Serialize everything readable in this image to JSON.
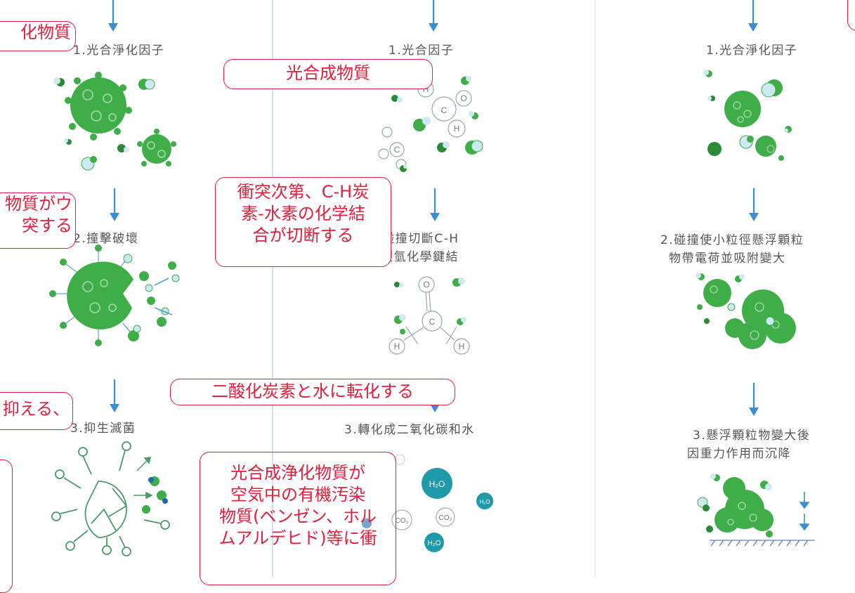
{
  "colors": {
    "arrow": "#3a8fd0",
    "particle": "#3fae49",
    "particle_dark": "#2a8a35",
    "water": "#1f9aa8",
    "callout": "#e0203c"
  },
  "left_column": {
    "step1": "1.光合淨化因子",
    "step2": "2.撞擊破壞",
    "step3": "3.抑生滅菌"
  },
  "middle_column": {
    "step1": "1.光合因子",
    "step2_line1": "2.碰撞切斷C-H",
    "step2_line2": "碳氫化學鍵結",
    "step3": "3.轉化成二氧化碳和水"
  },
  "right_column": {
    "step1": "1.光合淨化因子",
    "step2_line1": "2.碰撞使小粒徑懸浮顆粒",
    "step2_line2": "物帶電荷並吸附變大",
    "step3_line1": "3.懸浮顆粒物變大後",
    "step3_line2": "因重力作用而沉降"
  },
  "molecule_letters": {
    "c": "C",
    "h": "H",
    "o": "O",
    "h2o": "H₂O",
    "co2": "CO₂"
  },
  "callouts": {
    "left_top": "化物質",
    "left_mid_line1": "物質がウ",
    "left_mid_line2": "突する",
    "left_low": "抑える、",
    "mid_top": "光合成物質",
    "mid_cut_line1": "衝突次第、C-H炭",
    "mid_cut_line2": "素-水素の化学結",
    "mid_cut_line3": "合が切断する",
    "mid_co2": "二酸化炭素と水に転化する",
    "mid_bottom_line1": "光合成浄化物質が",
    "mid_bottom_line2": "空気中の有機汚染",
    "mid_bottom_line3": "物質(ベンゼン、ホル",
    "mid_bottom_line4": "ムアルデヒド)等に衝"
  }
}
